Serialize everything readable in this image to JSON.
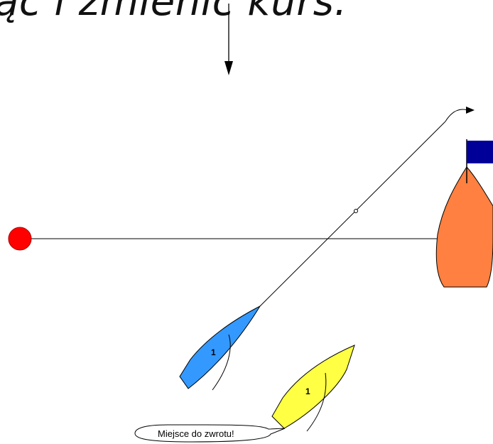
{
  "caption": "ąć i zmienić kurs.",
  "boats": {
    "blue_number": "1",
    "yellow_number": "1"
  },
  "speech_bubble": "Miejsce do zwrotu!",
  "colors": {
    "mark_buoy": "#ff0000",
    "committee_boat": "#ff8040",
    "committee_flag": "#000099",
    "blue_boat": "#3399ff",
    "yellow_boat": "#ffff44",
    "lines": "#000000"
  }
}
